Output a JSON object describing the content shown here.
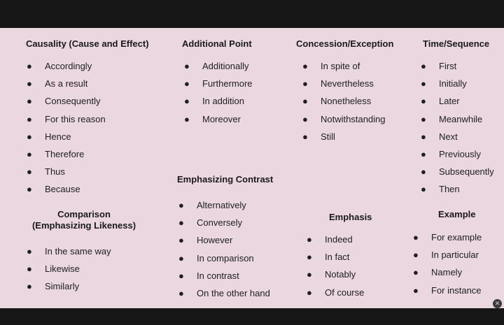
{
  "sections": {
    "causality": {
      "heading": "Causality (Cause and Effect)",
      "items": [
        "Accordingly",
        "As a result",
        "Consequently",
        "For this reason",
        "Hence",
        "Therefore",
        "Thus",
        "Because"
      ]
    },
    "additional": {
      "heading": "Additional Point",
      "items": [
        "Additionally",
        "Furthermore",
        "In addition",
        "Moreover"
      ]
    },
    "concession": {
      "heading": "Concession/Exception",
      "items": [
        "In spite of",
        "Nevertheless",
        "Nonetheless",
        "Notwithstanding",
        "Still"
      ]
    },
    "time": {
      "heading": "Time/Sequence",
      "items": [
        "First",
        "Initially",
        "Later",
        "Meanwhile",
        "Next",
        "Previously",
        "Subsequently",
        "Then"
      ]
    },
    "contrast": {
      "heading": "Emphasizing Contrast",
      "items": [
        "Alternatively",
        "Conversely",
        "However",
        "In comparison",
        "In contrast",
        "On the other hand"
      ]
    },
    "comparison": {
      "heading_line1": "Comparison",
      "heading_line2": "(Emphasizing Likeness)",
      "items": [
        "In the same way",
        "Likewise",
        "Similarly"
      ]
    },
    "emphasis": {
      "heading": "Emphasis",
      "items": [
        "Indeed",
        "In fact",
        "Notably",
        "Of course"
      ]
    },
    "example": {
      "heading": "Example",
      "items": [
        "For example",
        "In particular",
        "Namely",
        "For instance"
      ]
    }
  },
  "bullet": "●",
  "close_icon": "close-icon"
}
